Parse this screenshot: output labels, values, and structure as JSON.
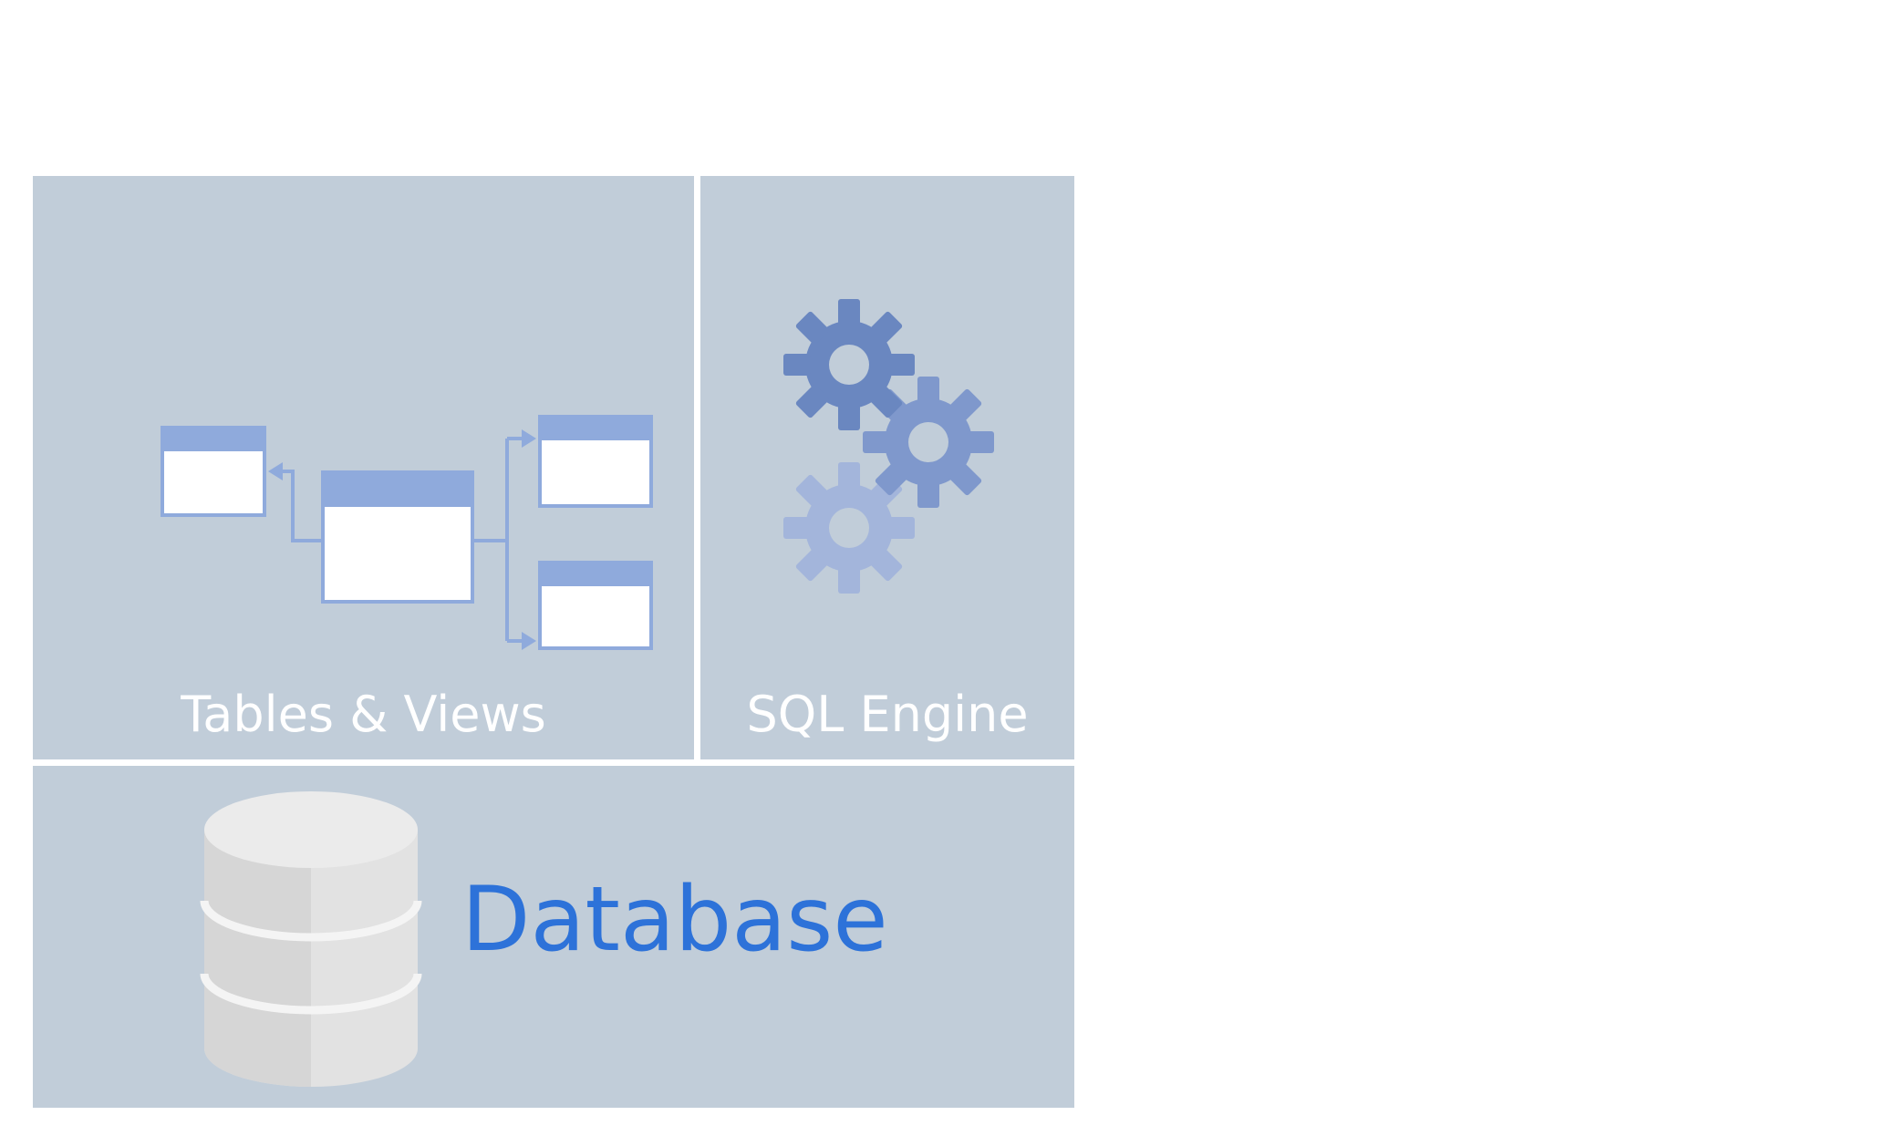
{
  "colors": {
    "page_background": "#ffffff",
    "panel_background": "#c1cdd9",
    "panel_label_text": "#ffffff",
    "database_label_text": "#2d72d9",
    "table_header": "#8faadc",
    "table_border": "#8faadc",
    "table_body": "#ffffff",
    "gear_dark": "#6a87c0",
    "gear_mid": "#7f98cc",
    "gear_light": "#a3b5db",
    "cylinder_light": "#e7e7e7",
    "cylinder_shade": "#d6d6d6"
  },
  "panels": {
    "tables_views": {
      "label": "Tables & Views",
      "icon": "table-relations-icon"
    },
    "sql_engine": {
      "label": "SQL Engine",
      "icon": "gears-icon"
    },
    "database": {
      "label": "Database",
      "icon": "database-cylinder-icon"
    }
  }
}
